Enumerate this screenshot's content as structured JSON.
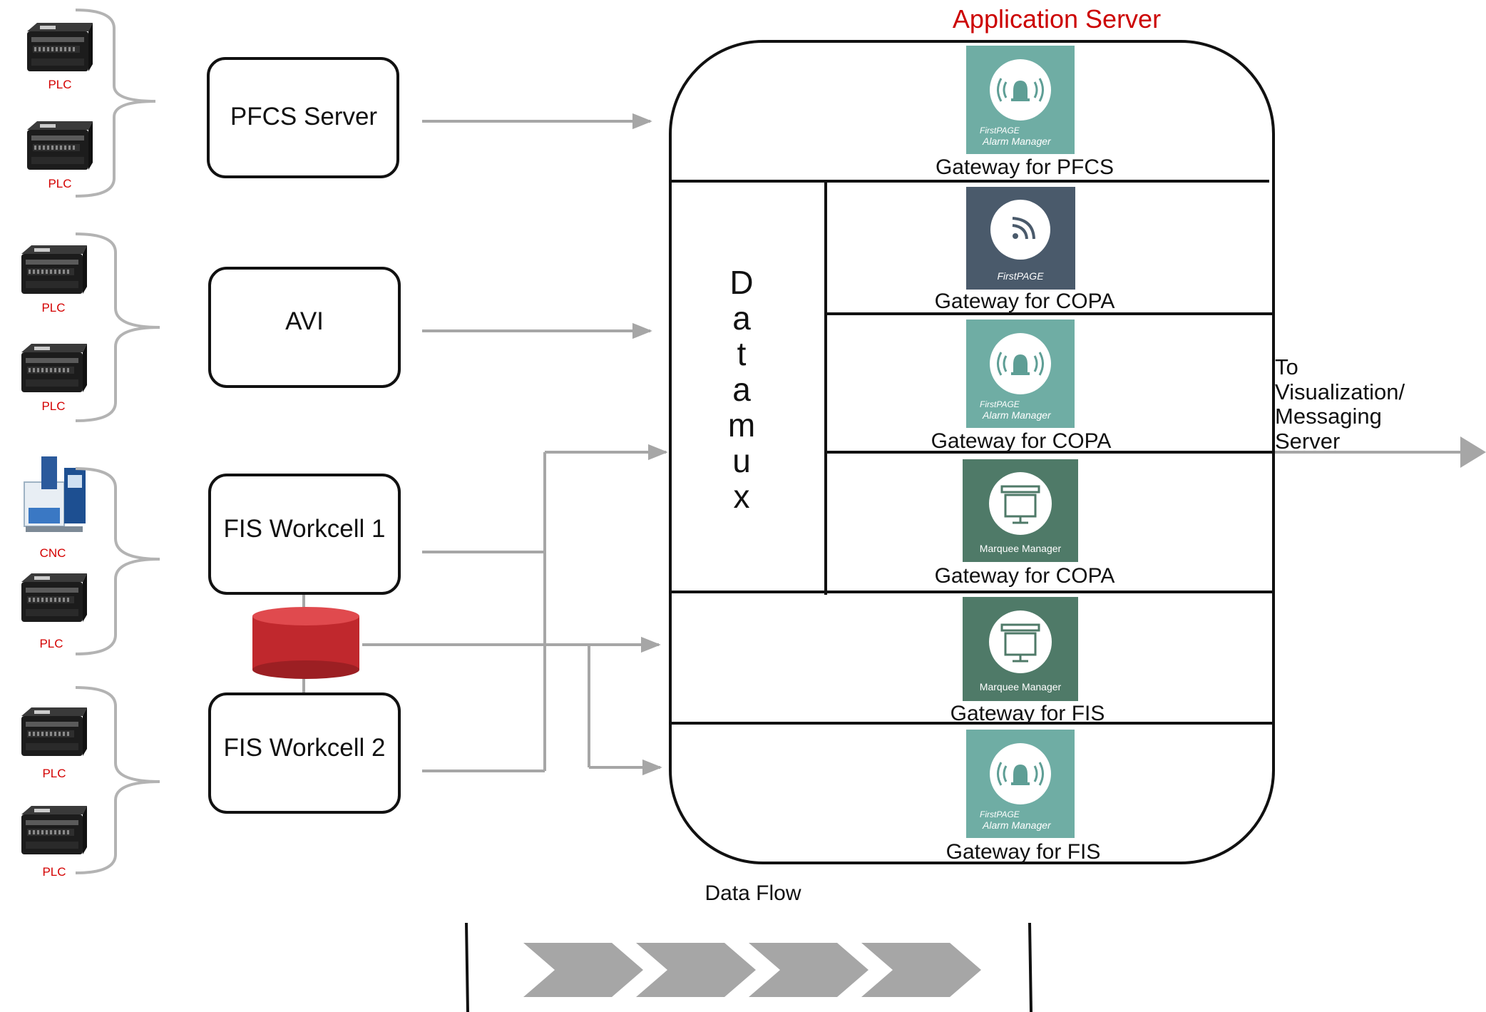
{
  "title": "Application Server",
  "devices": {
    "plc": "PLC",
    "cnc": "CNC"
  },
  "sources": {
    "pfcs_server": "PFCS Server",
    "avi": "AVI",
    "fis_workcell_1": "FIS Workcell 1",
    "fis_workcell_2": "FIS Workcell 2"
  },
  "datamux_letters": [
    "D",
    "a",
    "t",
    "a",
    "m",
    "u",
    "x"
  ],
  "gateways": [
    {
      "label": "Gateway for PFCS",
      "icon": "alarm-manager-icon",
      "brand": "FirstPAGE",
      "product": "Alarm Manager",
      "color": "#6fada4"
    },
    {
      "label": "Gateway for COPA",
      "icon": "firstpage-feed-icon",
      "brand": "FirstPAGE",
      "product": "",
      "color": "#4a5a6b"
    },
    {
      "label": "Gateway for COPA",
      "icon": "alarm-manager-icon",
      "brand": "FirstPAGE",
      "product": "Alarm Manager",
      "color": "#6fada4"
    },
    {
      "label": "Gateway for COPA",
      "icon": "marquee-manager-icon",
      "brand": "",
      "product": "Marquee Manager",
      "color": "#4f7a68"
    },
    {
      "label": "Gateway for FIS",
      "icon": "marquee-manager-icon",
      "brand": "",
      "product": "Marquee Manager",
      "color": "#4f7a68"
    },
    {
      "label": "Gateway for FIS",
      "icon": "alarm-manager-icon",
      "brand": "FirstPAGE",
      "product": "Alarm Manager",
      "color": "#6fada4"
    }
  ],
  "output_label": [
    "To",
    "Visualization/",
    "Messaging",
    "Server"
  ],
  "data_flow_label": "Data Flow",
  "colors": {
    "title": "#cc0000",
    "connector": "#a6a6a6",
    "database": "#c0282d",
    "chevron": "#a6a6a6"
  }
}
